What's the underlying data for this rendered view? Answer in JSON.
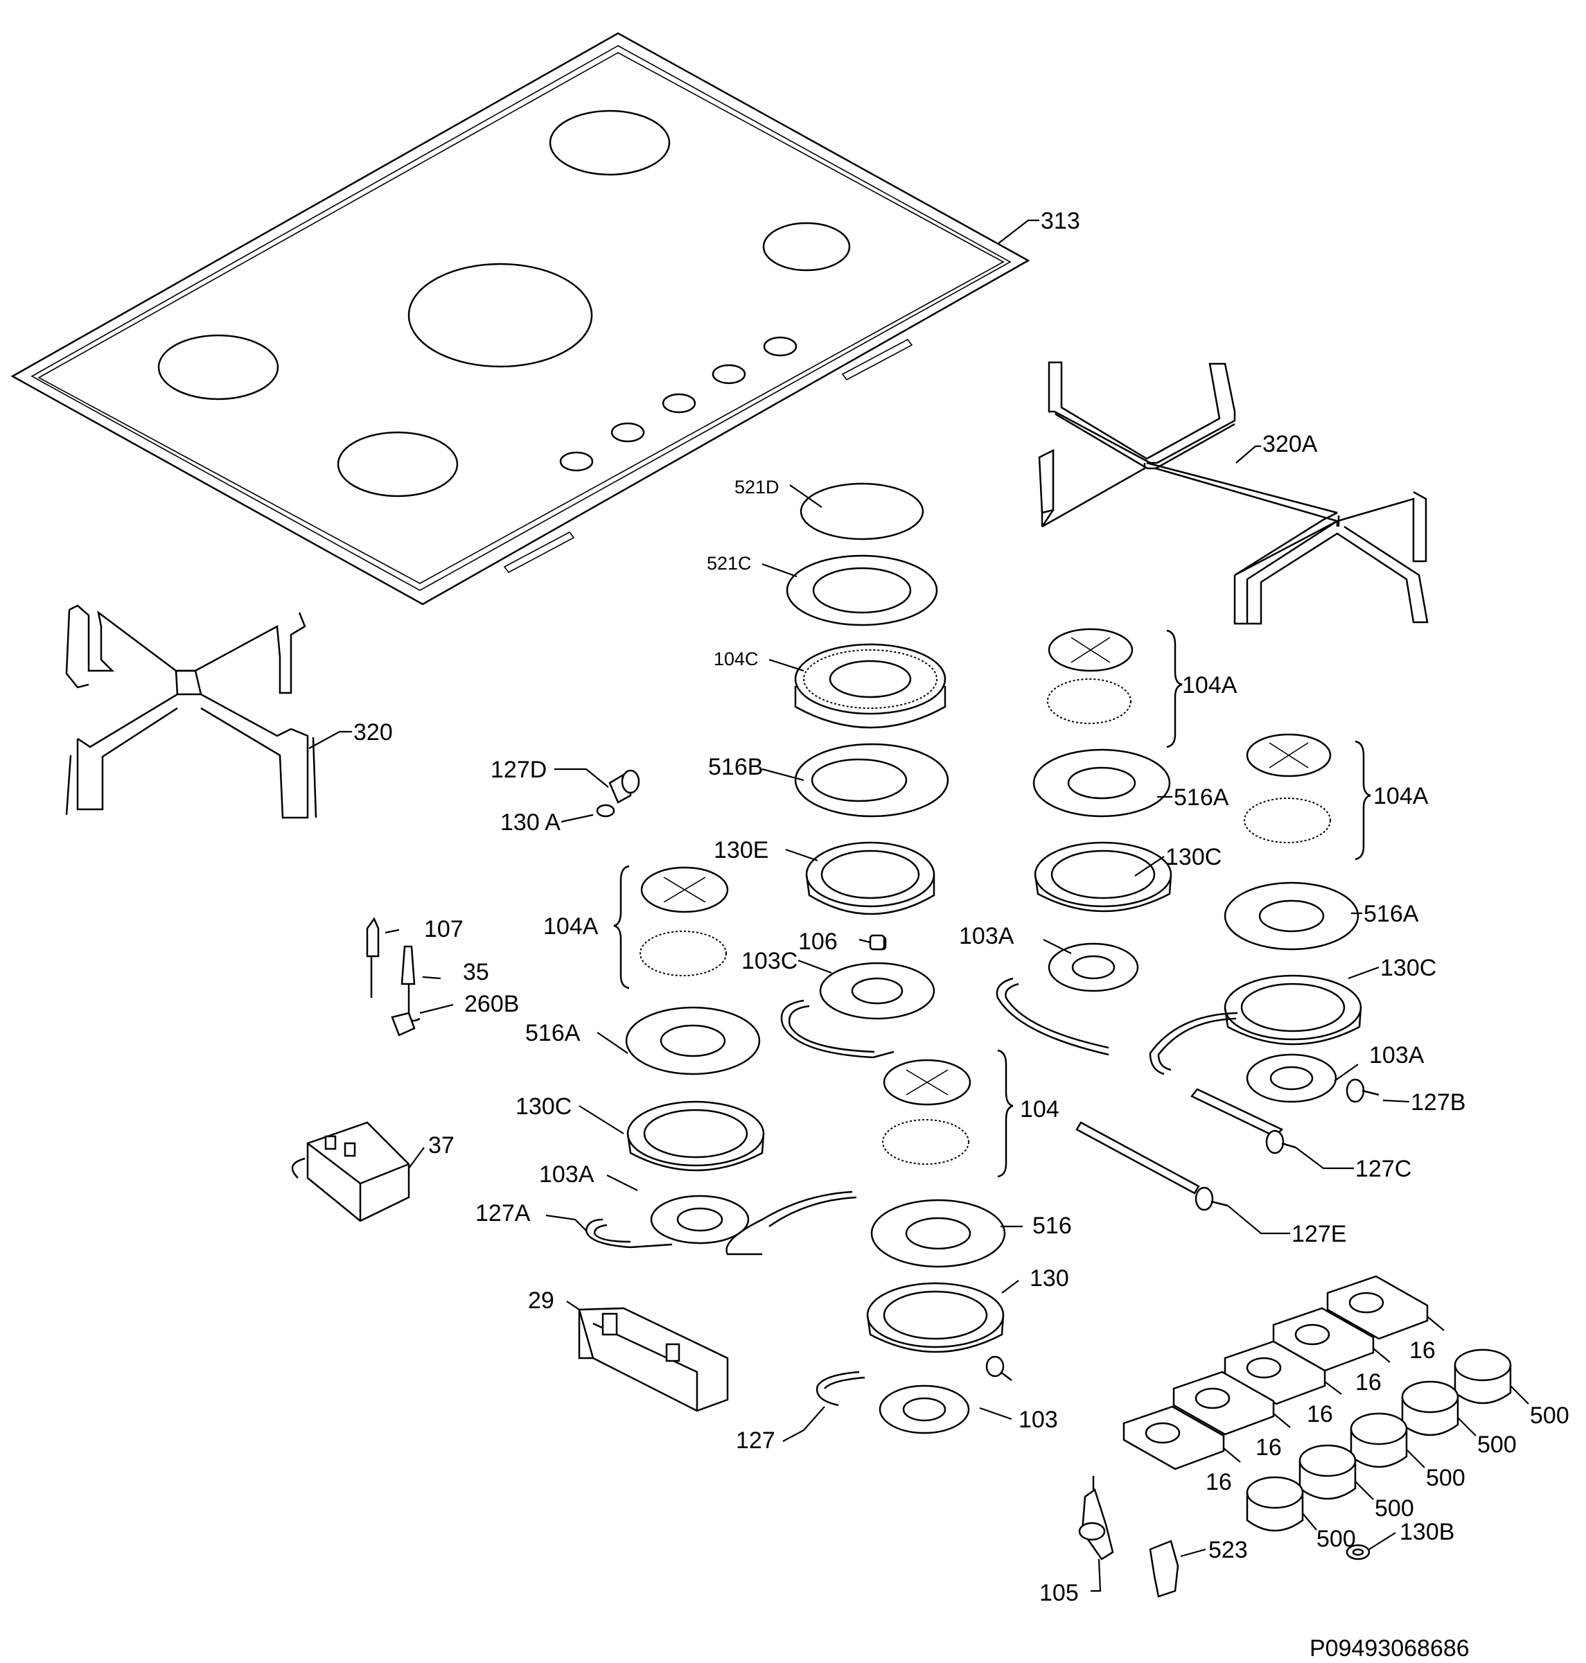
{
  "diagram": {
    "code": "P09493068686",
    "labels": {
      "l313": "313",
      "l320A": "320A",
      "l320": "320",
      "l521D": "521D",
      "l521C": "521C",
      "l104C": "104C",
      "l104A_1": "104A",
      "l104A_2": "104A",
      "l104A_3": "104A",
      "l516B": "516B",
      "l127D": "127D",
      "l130A": "130 A",
      "l516A_1": "516A",
      "l516A_2": "516A",
      "l516A_3": "516A",
      "l130E": "130E",
      "l130C_1": "130C",
      "l130C_2": "130C",
      "l130C_3": "130C",
      "l107": "107",
      "l35": "35",
      "l260B": "260B",
      "l106": "106",
      "l103C": "103C",
      "l103A_1": "103A",
      "l103A_2": "103A",
      "l103A_3": "103A",
      "l104": "104",
      "l127B": "127B",
      "l127C": "127C",
      "l127E": "127E",
      "l37": "37",
      "l127A": "127A",
      "l516": "516",
      "l130": "130",
      "l29": "29",
      "l127": "127",
      "l103": "103",
      "l16_1": "16",
      "l16_2": "16",
      "l16_3": "16",
      "l16_4": "16",
      "l16_5": "16",
      "l500_1": "500",
      "l500_2": "500",
      "l500_3": "500",
      "l500_4": "500",
      "l500_5": "500",
      "l130B": "130B",
      "l523": "523",
      "l105": "105"
    }
  }
}
